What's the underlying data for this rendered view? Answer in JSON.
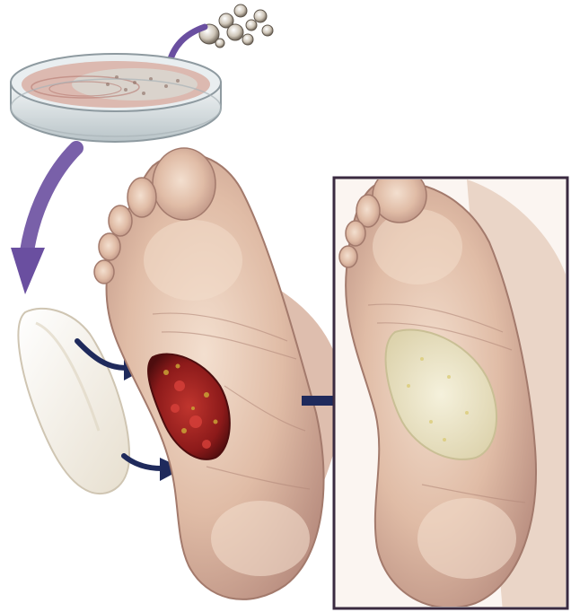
{
  "illustration": {
    "panels": [
      "culture-dish",
      "wound-foot",
      "healed-foot"
    ],
    "colors": {
      "arrow_purple": "#6a4fa0",
      "arrow_navy": "#1f2a5c",
      "frame": "#3a2a40",
      "skin_light": "#efd6c3",
      "skin_mid": "#d9b09a",
      "skin_shadow": "#b7877a",
      "wound_red": "#9e1f1f",
      "wound_dark": "#5a0f10",
      "graft_white": "#f4efe3",
      "dish_glass": "#dfe4e6"
    },
    "icons": [
      "cell-cluster",
      "petri-dish",
      "skin-graft-patch",
      "curved-arrow",
      "right-arrow"
    ]
  }
}
